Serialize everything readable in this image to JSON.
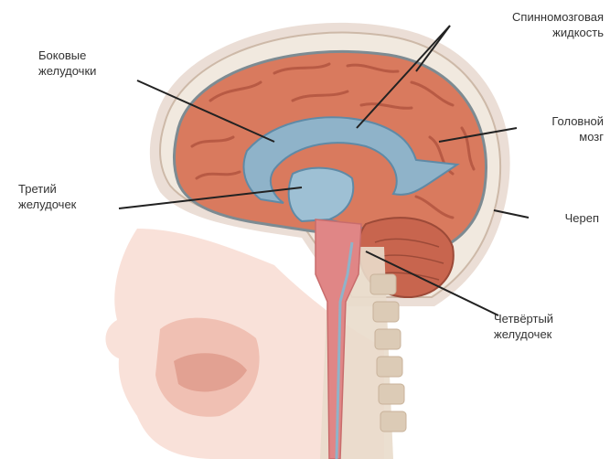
{
  "labels": {
    "csf": "Спинномозговая\nжидкость",
    "lateral_ventricles": "Боковые\nжелудочки",
    "brain": "Головной\nмозг",
    "third_ventricle": "Третий\nжелудочек",
    "skull": "Череп",
    "fourth_ventricle": "Четвёртый\nжелудочек"
  },
  "colors": {
    "brain": "#d97a5e",
    "brain_fold": "#b85a44",
    "ventricle": "#8fb3c9",
    "ventricle_dark": "#5f8aa6",
    "skull": "#f1e9df",
    "scalp": "#e6d6cc",
    "face": "#f4c9b9",
    "spine": "#e9dccb",
    "cord": "#e08686",
    "cerebellum": "#c8654e",
    "leader": "#222222"
  }
}
